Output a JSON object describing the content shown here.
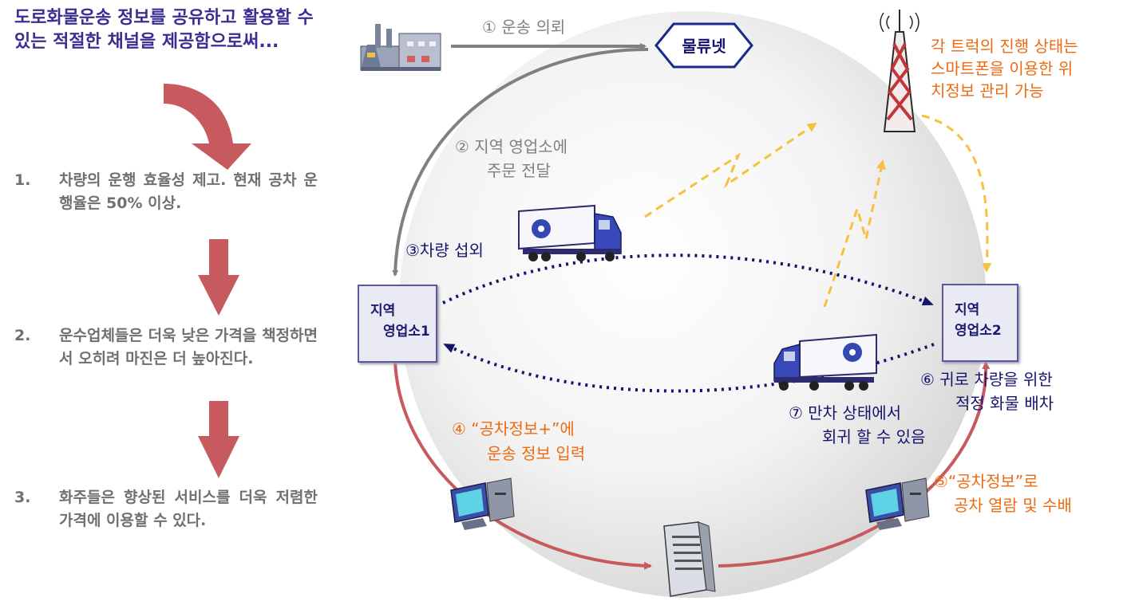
{
  "headline": "도로화물운송 정보를 공유하고 활용할 수 있는 적절한 채널을 제공함으로써...",
  "steps": [
    {
      "num": "1.",
      "text": "차량의 운행 효율성 제고. 현재 공차 운행율은 50% 이상."
    },
    {
      "num": "2.",
      "text": "운수업체들은 더욱 낮은 가격을 책정하면서 오히려 마진은 더 높아진다."
    },
    {
      "num": "3.",
      "text": "화주들은 향상된 서비스를 더욱 저렴한 가격에 이용할 수 있다."
    }
  ],
  "hub_label": "물류넷",
  "office1": {
    "line1": "지역",
    "line2": "영업소1"
  },
  "office2": {
    "line1": "지역",
    "line2": "영업소2"
  },
  "labels": {
    "l1": "① 운송 의뢰",
    "l2a": "② 지역 영업소에",
    "l2b": "주문 전달",
    "l3": "③차량 섭외",
    "l4a": "④ “공차정보+”에",
    "l4b": "운송 정보 입력",
    "l5a": "⑤“공차정보”로",
    "l5b": "공차 열람 및 수배",
    "l6a": "⑥ 귀로 차량을 위한",
    "l6b": "적정 화물 배차",
    "l7a": "⑦ 만차 상태에서",
    "l7b": "회귀 할 수 있음",
    "tower_a": "각 트럭의 진행 상태는",
    "tower_b": "스마트폰을 이용한 위",
    "tower_c": "치정보 관리 가능"
  },
  "colors": {
    "headline": "#3b2e93",
    "step_text": "#707070",
    "big_arrow": "#c75a5e",
    "flow_gray": "#808080",
    "flow_red": "#c75a5e",
    "dotted_navy": "#14146e",
    "signal_yellow": "#f6c23e",
    "label_orange": "#ee6a10"
  },
  "icons": [
    "down-arrow-icon",
    "factory-icon",
    "hub-hexagon-icon",
    "radio-tower-icon",
    "truck-icon",
    "computer-icon",
    "server-icon"
  ]
}
